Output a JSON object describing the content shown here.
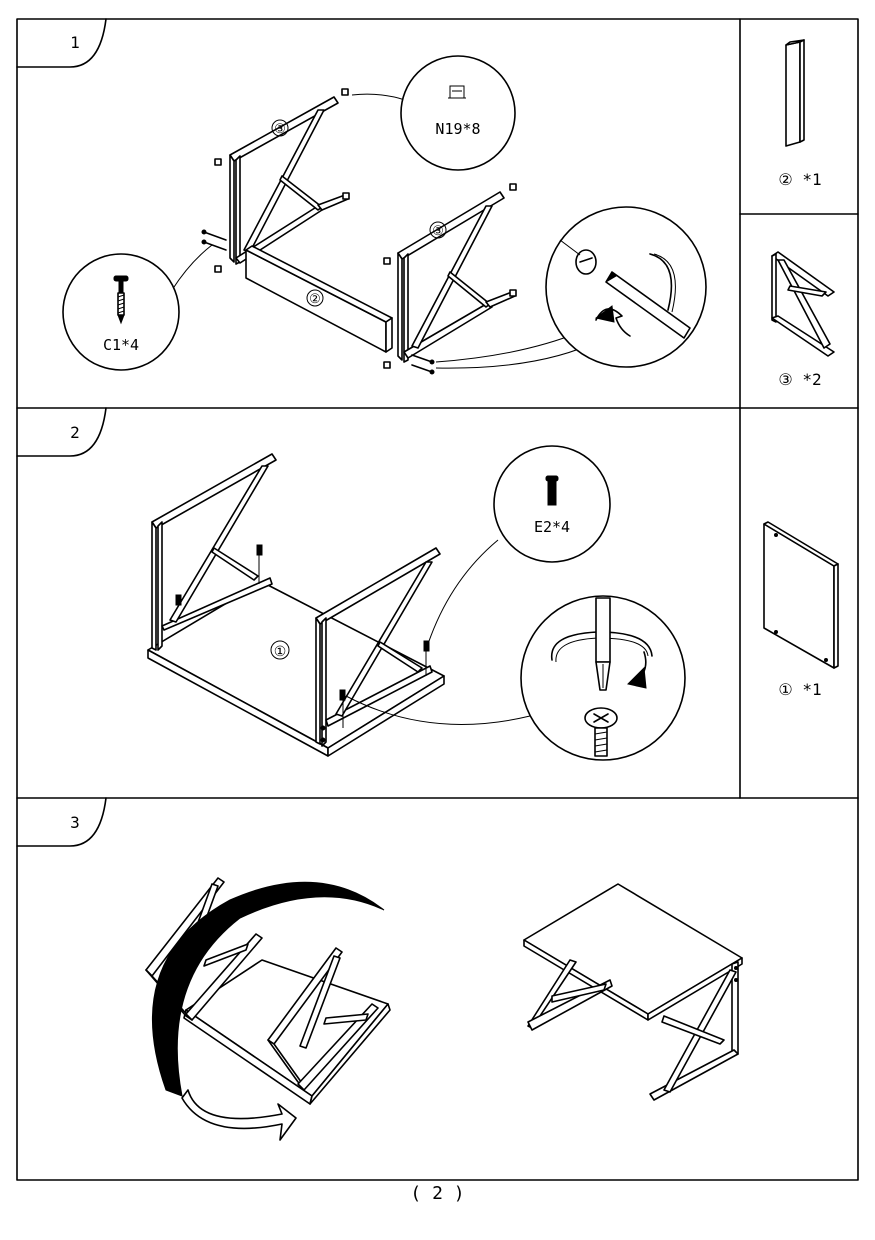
{
  "steps": [
    {
      "number": "1",
      "callouts": {
        "top": "N19*8",
        "left": "C1*4"
      }
    },
    {
      "number": "2",
      "callouts": {
        "top": "E2*4"
      }
    },
    {
      "number": "3"
    }
  ],
  "parts": [
    {
      "label": "② *1"
    },
    {
      "label": "③ *2"
    },
    {
      "label": "① *1"
    }
  ],
  "diagram_labels": {
    "part1": "①",
    "part2": "②",
    "part3": "③"
  },
  "page": {
    "number": "( 2 )"
  }
}
